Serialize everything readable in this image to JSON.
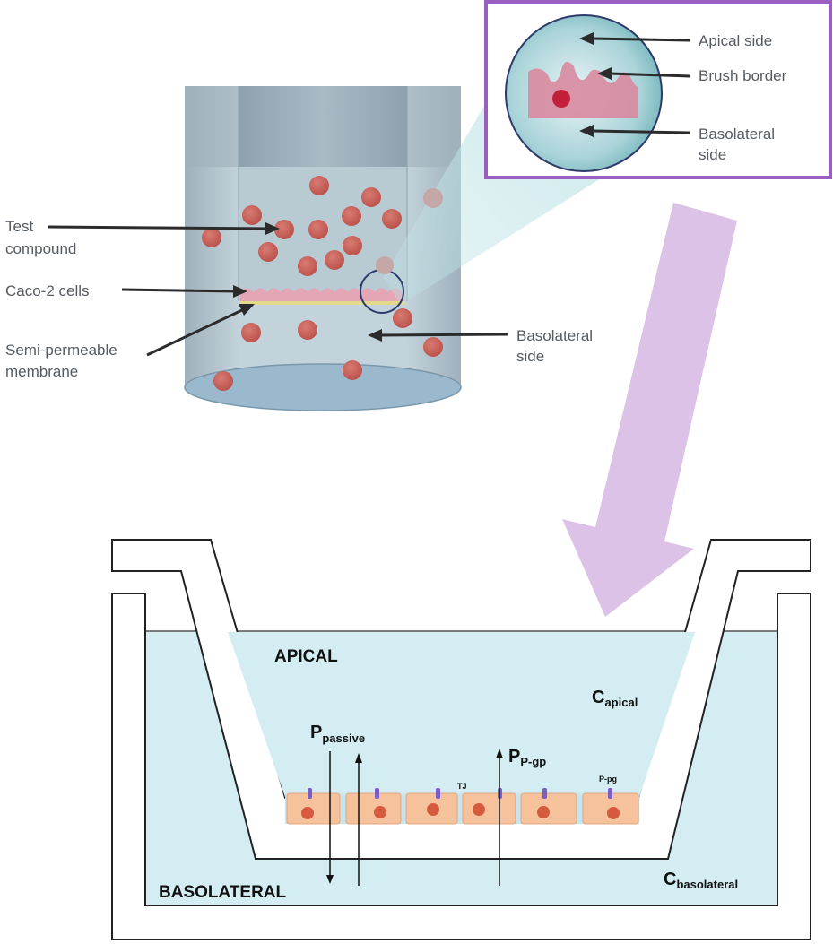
{
  "top_diagram": {
    "labels": {
      "test_compound": [
        "Test",
        "compound"
      ],
      "caco2_cells": "Caco-2 cells",
      "membrane": [
        "Semi-permeable",
        "membrane"
      ],
      "basolateral_side": [
        "Basolateral",
        "side"
      ]
    },
    "inset": {
      "apical_side": "Apical side",
      "brush_border": "Brush border",
      "basolateral_side": [
        "Basolateral",
        "side"
      ],
      "frame_color": "#9b5fc0"
    },
    "colors": {
      "vessel_fill": "#b7ccd6",
      "particle": "#c85a55",
      "cells": "#e4a6b4",
      "membrane": "#e3d98a",
      "arrow_big": "#ddc2e8"
    }
  },
  "bottom_diagram": {
    "apical_label": "APICAL",
    "basolateral_label": "BASOLATERAL",
    "c_apical": {
      "main": "C",
      "sub": "apical"
    },
    "c_basolateral": {
      "main": "C",
      "sub": "basolateral"
    },
    "p_passive": {
      "main": "P",
      "sub": "passive"
    },
    "p_pgp": {
      "main": "P",
      "sub": "P-gp"
    },
    "tj_label": "TJ",
    "ppg_label": "P-pg",
    "colors": {
      "medium": "#d3edf3",
      "cell": "#f5c29b",
      "nucleus": "#d65a3e",
      "transporter": "#7a5dc8"
    }
  }
}
